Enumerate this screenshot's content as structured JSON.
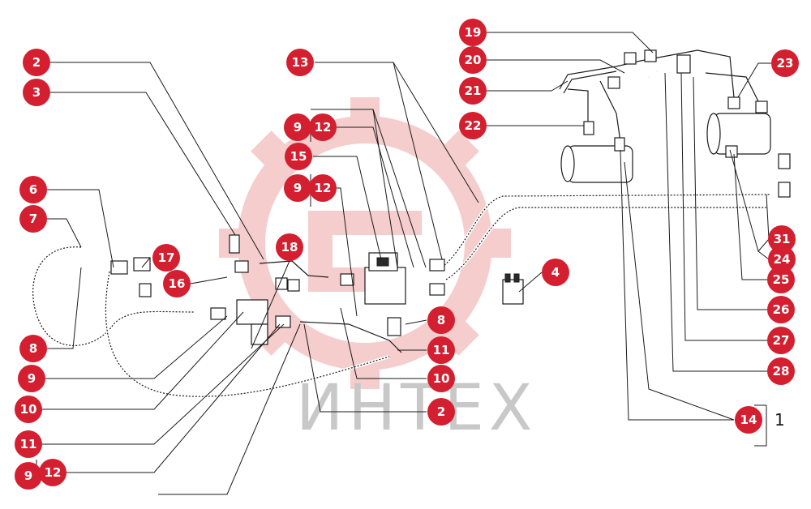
{
  "watermark": {
    "text": "ИНТЕХ",
    "color": "#c8c8c8",
    "logo_color": "#f3c2c2"
  },
  "badge_color": "#d31f2f",
  "callouts": [
    {
      "id": "c2a",
      "label": "2"
    },
    {
      "id": "c3",
      "label": "3"
    },
    {
      "id": "c6",
      "label": "6"
    },
    {
      "id": "c7",
      "label": "7"
    },
    {
      "id": "c8a",
      "label": "8"
    },
    {
      "id": "c9a",
      "label": "9"
    },
    {
      "id": "c10a",
      "label": "10"
    },
    {
      "id": "c11a",
      "label": "11"
    },
    {
      "id": "c9b",
      "label": "9"
    },
    {
      "id": "c12a",
      "label": "12"
    },
    {
      "id": "c17",
      "label": "17"
    },
    {
      "id": "c16",
      "label": "16"
    },
    {
      "id": "c18",
      "label": "18"
    },
    {
      "id": "c13",
      "label": "13"
    },
    {
      "id": "c9c",
      "label": "9"
    },
    {
      "id": "c12b",
      "label": "12"
    },
    {
      "id": "c15",
      "label": "15"
    },
    {
      "id": "c9d",
      "label": "9"
    },
    {
      "id": "c12c",
      "label": "12"
    },
    {
      "id": "c8b",
      "label": "8"
    },
    {
      "id": "c11b",
      "label": "11"
    },
    {
      "id": "c10b",
      "label": "10"
    },
    {
      "id": "c2b",
      "label": "2"
    },
    {
      "id": "c4",
      "label": "4"
    },
    {
      "id": "c19",
      "label": "19"
    },
    {
      "id": "c20",
      "label": "20"
    },
    {
      "id": "c21",
      "label": "21"
    },
    {
      "id": "c22",
      "label": "22"
    },
    {
      "id": "c23",
      "label": "23"
    },
    {
      "id": "c31",
      "label": "31"
    },
    {
      "id": "c24",
      "label": "24"
    },
    {
      "id": "c25",
      "label": "25"
    },
    {
      "id": "c26",
      "label": "26"
    },
    {
      "id": "c27",
      "label": "27"
    },
    {
      "id": "c28",
      "label": "28"
    },
    {
      "id": "c14",
      "label": "14"
    }
  ],
  "assembly_label": "1"
}
